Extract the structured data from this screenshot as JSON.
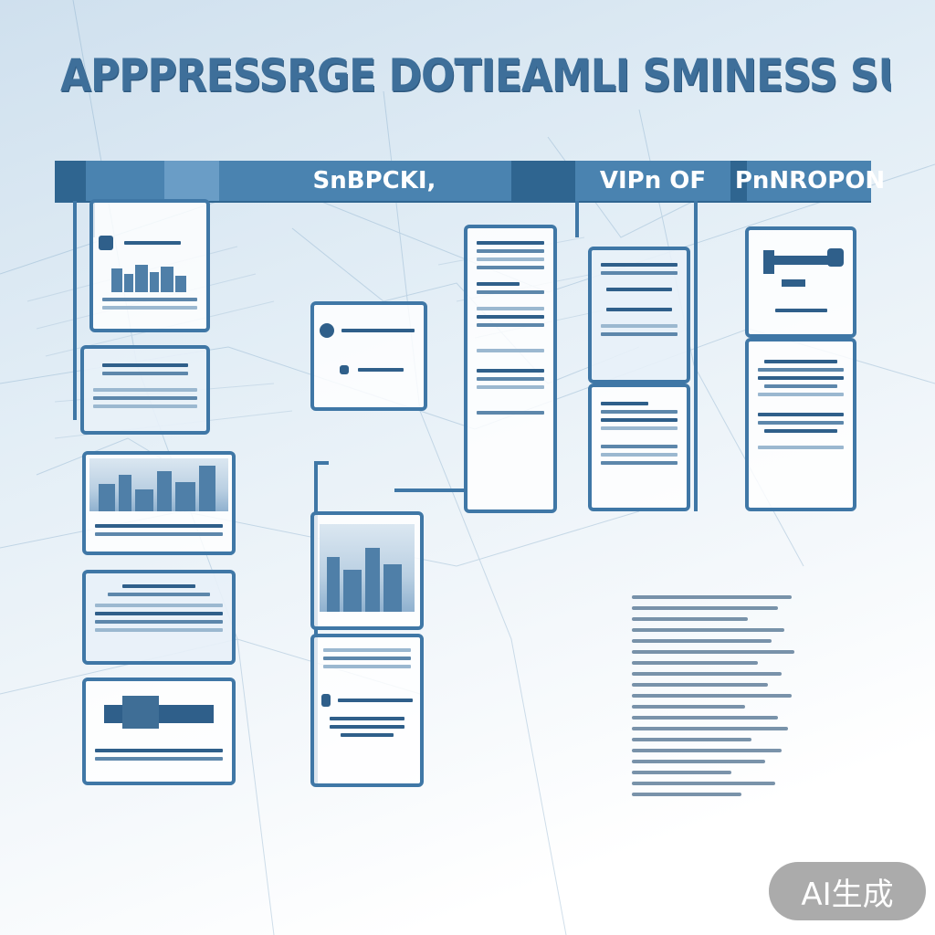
{
  "title": "APPPRESSRGE DOTIEAMLI SMINESS SUDIBISIONS",
  "header": {
    "seg1": "SnBPCKI,",
    "seg2": "VIPn OF",
    "seg3": "PnNROPON"
  },
  "badge": "AI生成",
  "colors": {
    "primary": "#3f77a6",
    "header": "#4a83b0",
    "badge": "#969696"
  }
}
